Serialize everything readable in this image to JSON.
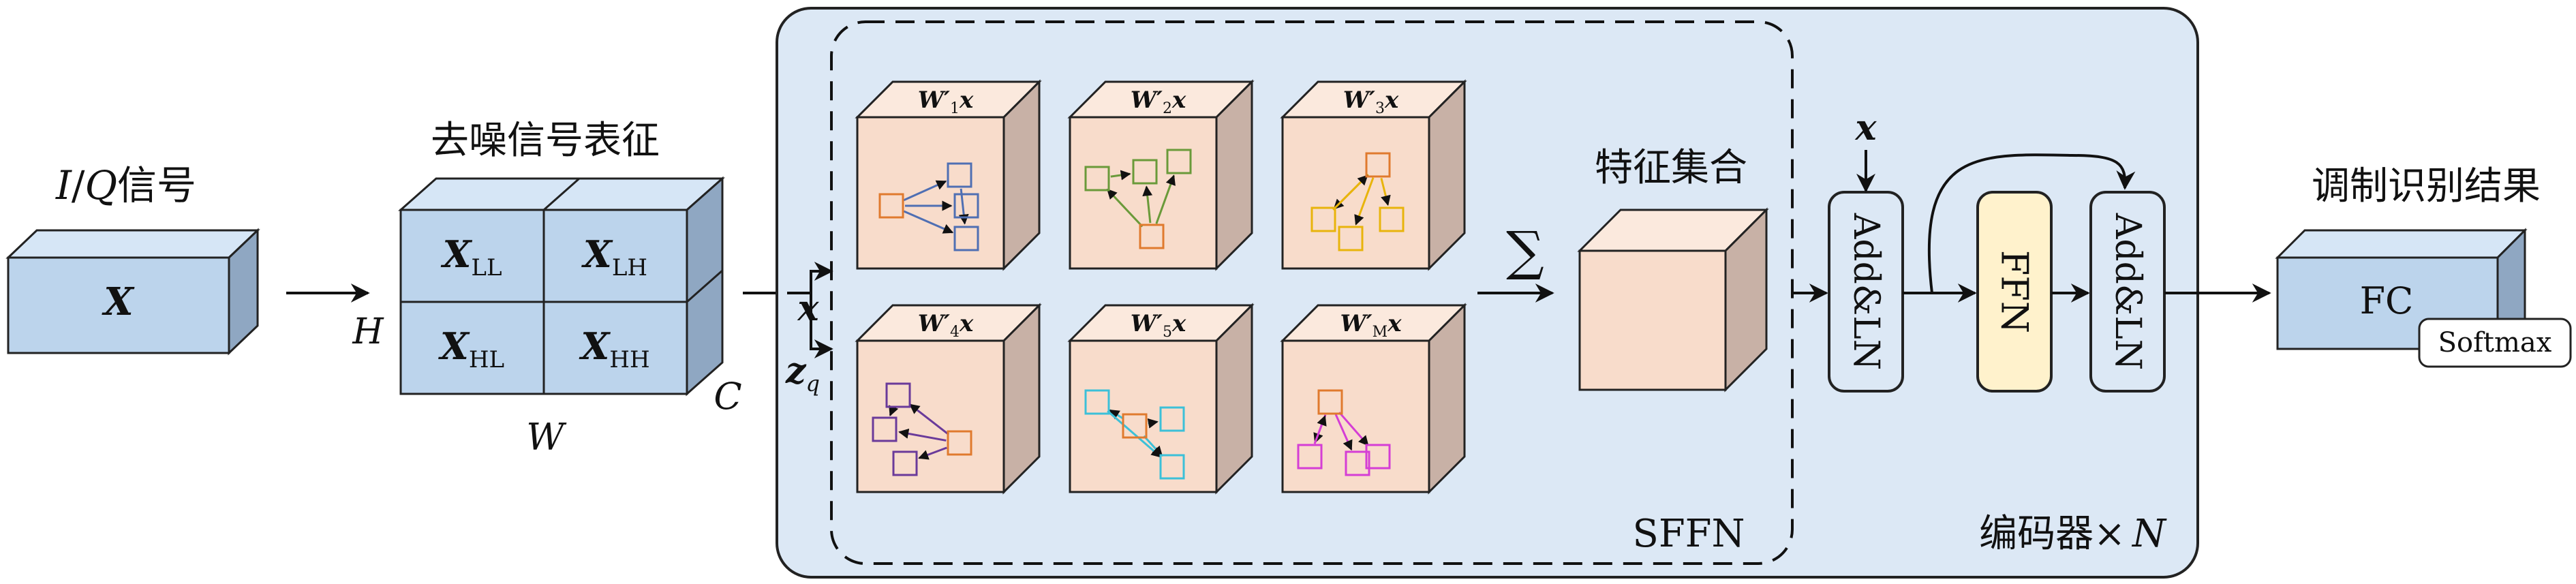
{
  "input": {
    "title_var": "I",
    "title_sep": "/",
    "title_q": "Q",
    "title_cn": "信号",
    "var": "X"
  },
  "denoise": {
    "title": "去噪信号表征",
    "h": "H",
    "w": "W",
    "c": "C",
    "cells": [
      {
        "main": "X",
        "sub": "LL"
      },
      {
        "main": "X",
        "sub": "LH"
      },
      {
        "main": "X",
        "sub": "HL"
      },
      {
        "main": "X",
        "sub": "HH"
      }
    ]
  },
  "inputs_side": {
    "x": "x",
    "z": "z",
    "z_sub": "q"
  },
  "sffn": {
    "label": "SFFN",
    "cubes": [
      {
        "w": "W",
        "prime": "′",
        "sub": "1",
        "post": "x",
        "color": "#4f6fb3"
      },
      {
        "w": "W",
        "prime": "′",
        "sub": "2",
        "post": "x",
        "color": "#6a9a3a"
      },
      {
        "w": "W",
        "prime": "′",
        "sub": "3",
        "post": "x",
        "color": "#e8b40c"
      },
      {
        "w": "W",
        "prime": "′",
        "sub": "4",
        "post": "x",
        "color": "#6a3a9a"
      },
      {
        "w": "W",
        "prime": "′",
        "sub": "5",
        "post": "x",
        "color": "#3cc0d8"
      },
      {
        "w": "W",
        "prime": "′",
        "sub": "M",
        "post": "x",
        "color": "#d53ed5"
      }
    ],
    "accent": "#e07a2e",
    "sum_symbol": "∑",
    "set_title": "特征集合"
  },
  "encoder": {
    "label_cn": "编码器",
    "times": "×",
    "n": "N",
    "add_ln_1": "Add&LN",
    "ffn": "FFN",
    "add_ln_2": "Add&LN",
    "x_top": "x"
  },
  "output": {
    "title": "调制识别结果",
    "fc": "FC",
    "softmax": "Softmax"
  },
  "colors": {
    "blue_front": "#bcd4ec",
    "blue_top": "#d6e6f6",
    "blue_side": "#8fa7c2",
    "panel": "#dce8f5",
    "peach_front": "#f8dccb",
    "peach_top": "#fbe9dd",
    "peach_side": "#c8b1a6",
    "ffn": "#fff2cc"
  }
}
